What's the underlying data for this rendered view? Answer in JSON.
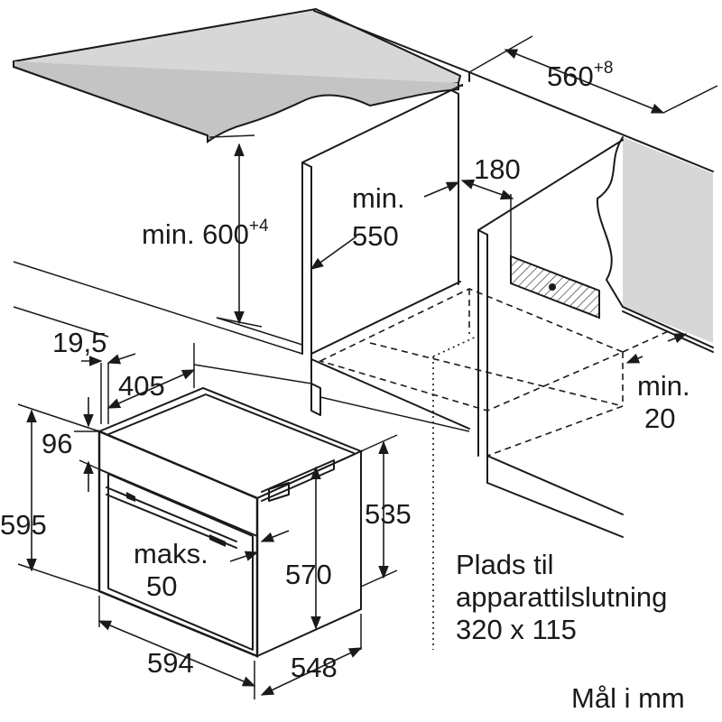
{
  "labels": {
    "cabinet_height_prefix": "min. 600",
    "cabinet_height_tolerance": "+4",
    "niche_depth_prefix": "560",
    "niche_depth_tolerance": "+8",
    "niche_inner_line1": "min.",
    "niche_inner_line2": "550",
    "vent_width": "180",
    "back_gap_line1": "min.",
    "back_gap_line2": "20",
    "front_offset": "19,5",
    "depth_405": "405",
    "top_96": "96",
    "height_595": "595",
    "front_line1": "maks.",
    "front_line2": "50",
    "height_570": "570",
    "height_535": "535",
    "width_594": "594",
    "depth_548": "548",
    "note_line1": "Plads til",
    "note_line2": "apparattilslutning",
    "note_line3": "320 x 115",
    "units": "Mål i mm"
  }
}
